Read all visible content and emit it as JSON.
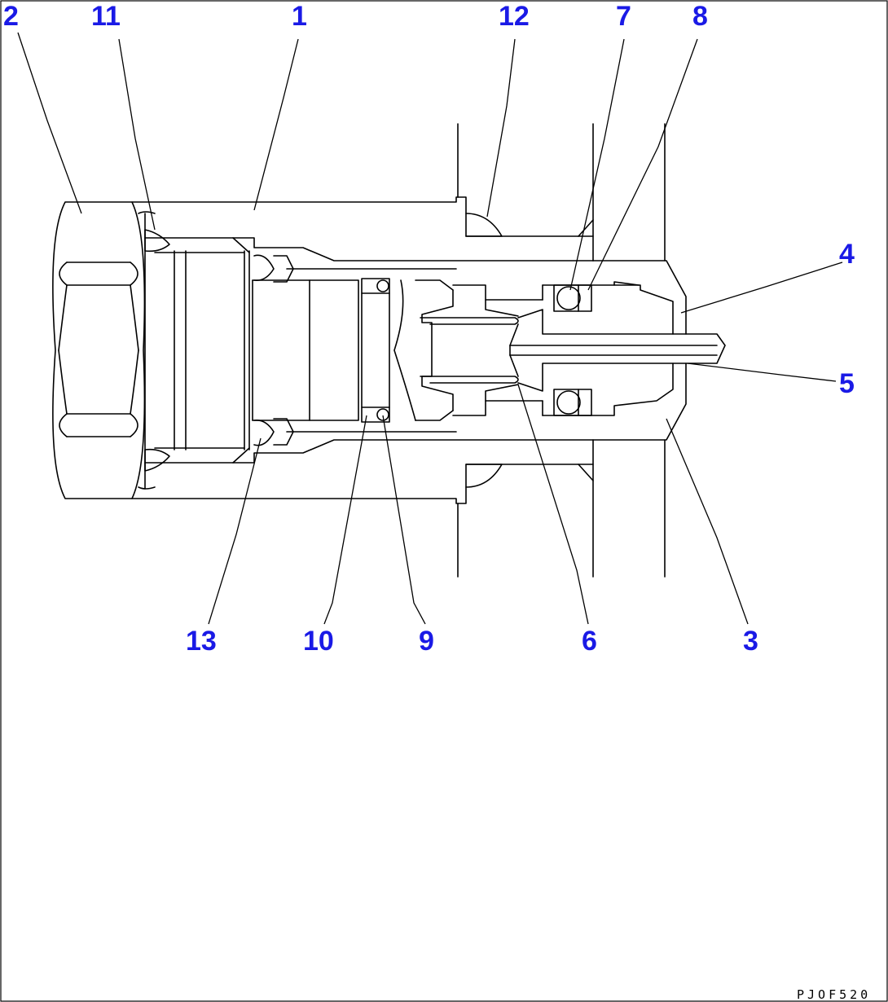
{
  "drawing_code": "PJOF520",
  "callouts": {
    "c1": "1",
    "c2": "2",
    "c3": "3",
    "c4": "4",
    "c5": "5",
    "c6": "6",
    "c7": "7",
    "c8": "8",
    "c9": "9",
    "c10": "10",
    "c11": "11",
    "c12": "12",
    "c13": "13"
  },
  "colors": {
    "callout": "#1a1ae6",
    "line": "#000000",
    "background": "#ffffff"
  }
}
